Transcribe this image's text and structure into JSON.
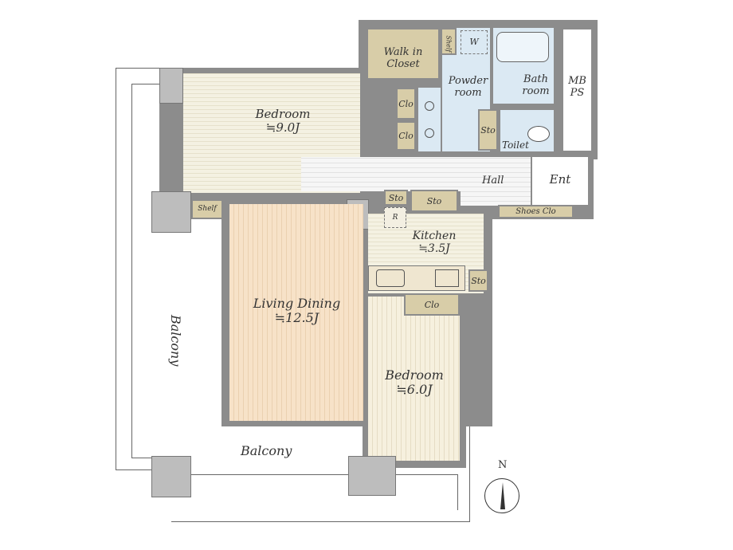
{
  "rooms": {
    "bedroom_1": {
      "name": "Bedroom",
      "size": "≒9.0J"
    },
    "living_dining": {
      "name": "Living Dining",
      "size": "≒12.5J"
    },
    "kitchen": {
      "name": "Kitchen",
      "size": "≒3.5J"
    },
    "bedroom_2": {
      "name": "Bedroom",
      "size": "≒6.0J"
    },
    "walk_in_closet": "Walk in Closet",
    "powder_room": "Powder room",
    "bath_room": "Bath room",
    "toilet": "Toilet",
    "hall": "Hall",
    "entrance": "Ent",
    "mbps": "MB PS",
    "balcony_side": "Balcony",
    "balcony_bottom": "Balcony"
  },
  "storage": {
    "shelf_top": "Shelf",
    "shelf_left": "Shelf",
    "washer": "W",
    "clo_1": "Clo",
    "clo_2": "Clo",
    "sto_toilet": "Sto",
    "sto_hall_small": "Sto",
    "sto_hall": "Sto",
    "refrigerator": "R",
    "shoes_clo": "Shoes Clo",
    "sto_kitchen": "Sto",
    "clo_bedroom2": "Clo"
  },
  "compass": {
    "label": "N"
  },
  "colors": {
    "wall": "#8c8c8c",
    "wet_area": "#dbe9f3",
    "storage": "#d8cda8"
  }
}
